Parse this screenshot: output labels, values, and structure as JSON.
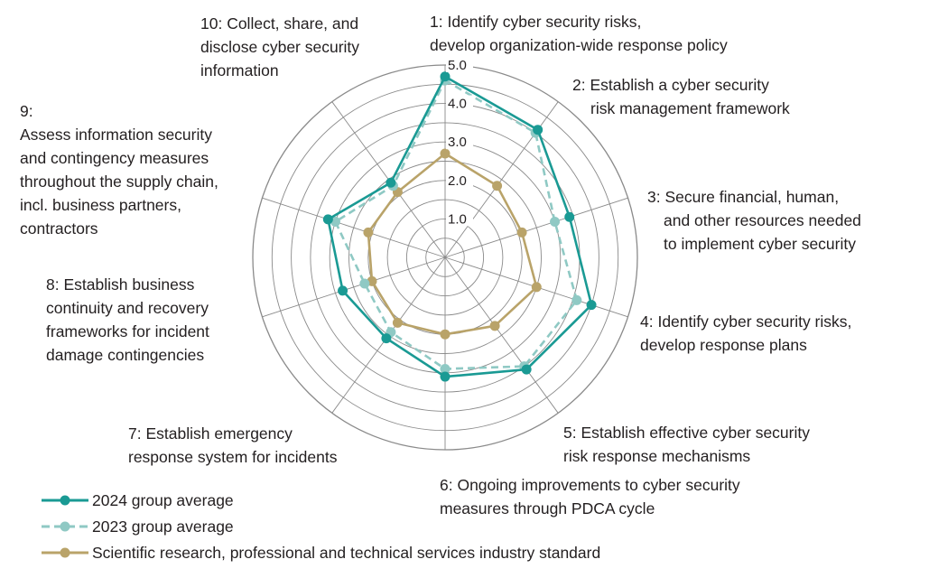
{
  "chart_data": {
    "type": "radar",
    "axes": [
      [
        "1: Identify cyber security risks,",
        "develop organization-wide response policy"
      ],
      [
        "2: Establish a cyber security",
        "risk management framework"
      ],
      [
        "3: Secure financial, human,",
        "and other resources needed",
        "to implement cyber security"
      ],
      [
        "4: Identify cyber security risks,",
        "develop response plans"
      ],
      [
        "5: Establish effective cyber security",
        "risk response mechanisms"
      ],
      [
        "6: Ongoing improvements to cyber security",
        "measures through PDCA cycle"
      ],
      [
        "7: Establish emergency",
        "response system for incidents"
      ],
      [
        "8: Establish business",
        "continuity and recovery",
        "frameworks for incident",
        "damage contingencies"
      ],
      [
        "9:",
        "Assess information security",
        "and contingency measures",
        "throughout the supply chain,",
        "incl. business partners,",
        "contractors"
      ],
      [
        "10: Collect, share, and",
        "disclose cyber security",
        "information"
      ]
    ],
    "rlim": [
      0,
      5
    ],
    "tick_labels": [
      "1.0",
      "2.0",
      "3.0",
      "4.0",
      "5.0"
    ],
    "series": [
      {
        "name": "2024 group average",
        "color": "#1a9a94",
        "style": "solid",
        "values": [
          4.7,
          4.1,
          3.4,
          4.0,
          3.6,
          3.1,
          2.6,
          2.8,
          3.2,
          2.4
        ]
      },
      {
        "name": "2023 group average",
        "color": "#8fc9c4",
        "style": "dashed",
        "values": [
          4.6,
          4.0,
          3.0,
          3.6,
          3.5,
          2.9,
          2.4,
          2.2,
          3.0,
          2.3
        ]
      },
      {
        "name": "Scientific research, professional and technical services industry standard",
        "color": "#b9a369",
        "style": "solid",
        "values": [
          2.7,
          2.3,
          2.1,
          2.5,
          2.2,
          2.0,
          2.1,
          2.0,
          2.1,
          2.1
        ]
      }
    ]
  }
}
